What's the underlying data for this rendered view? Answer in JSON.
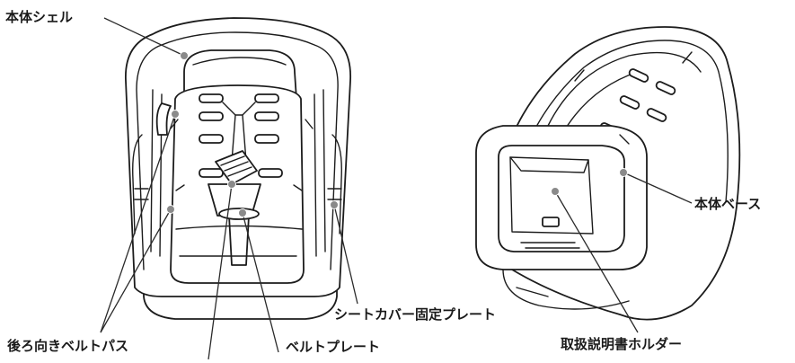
{
  "labels": {
    "shell": "本体シェル",
    "base": "本体ベース",
    "cover_plate": "シートカバー固定プレート",
    "belt_path": "後ろ向きベルトパス",
    "belt_plate": "ベルトプレート",
    "manual_holder": "取扱説明書ホルダー"
  }
}
